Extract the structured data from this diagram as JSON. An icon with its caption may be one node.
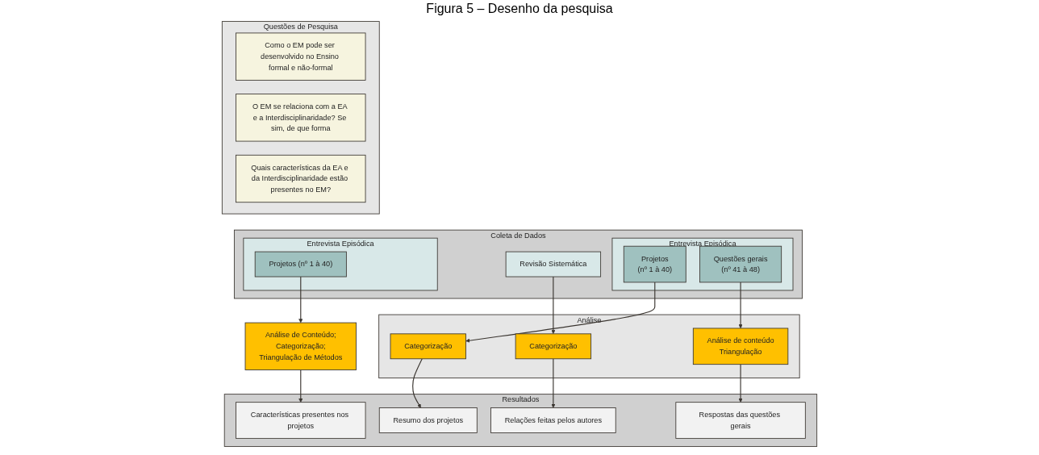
{
  "diagram": {
    "title": "Figura 5 – Desenho da pesquisa",
    "nodes": [
      {
        "text": [
          "Questões de Pesquisa"
        ]
      },
      {
        "text": [
          "Como o EM pode ser desenvolvido no Ensino formal e não-formal"
        ],
        "in": 0
      },
      {
        "text": [
          "O EM se relaciona com a EA e a Interdisciplinaridade? Se sim, de que forma"
        ],
        "in": 0
      },
      {
        "text": [
          "Quais características da EA e da Interdisciplinaridade estão presentes no EM?"
        ],
        "in": 0
      },
      {
        "text": [
          "Coleta de Dados"
        ]
      },
      {
        "text": [
          "Entrevista Episódica"
        ],
        "in": 4
      },
      {
        "text": [
          "Projetos",
          "(nº 1 à 40)"
        ],
        "in": 5
      },
      {
        "text": [
          "Questões gerais",
          "(nº 41 à 48)"
        ],
        "in": 5
      },
      {
        "text": [
          "Revisão Sistemática"
        ],
        "in": 4
      },
      {
        "text": [
          "Entrevista Episódica"
        ],
        "in": 4
      },
      {
        "text": [
          "Projetos (nº 1 à 40)"
        ],
        "in": 9
      },
      {
        "text": [
          "Análise"
        ]
      },
      {
        "text": [
          "Categorização"
        ],
        "in": 11
      },
      {
        "text": [
          "Análise de conteúdo",
          "Triangulação"
        ],
        "in": 11
      },
      {
        "text": [
          "Categorização"
        ],
        "in": 11
      },
      {
        "text": [
          "Análise de Conteúdo;",
          "Categorização;",
          "Triangulação de Métodos"
        ]
      },
      {
        "text": [
          "Resultados"
        ]
      },
      {
        "text": [
          "Resumo dos projetos"
        ],
        "in": 16
      },
      {
        "text": [
          "Respostas das questões gerais"
        ],
        "in": 16
      },
      {
        "text": [
          "Relações feitas pelos autores"
        ],
        "in": 16
      },
      {
        "text": [
          "Características presentes nos projetos"
        ],
        "in": 16
      }
    ],
    "edges": [
      {
        "from": 6,
        "to": 12,
        "arrow": "to"
      },
      {
        "from": 7,
        "to": 13,
        "arrow": "to"
      },
      {
        "from": 8,
        "to": 14,
        "arrow": "to"
      },
      {
        "from": 10,
        "to": 15,
        "arrow": "to"
      },
      {
        "from": 12,
        "to": 17,
        "arrow": "to"
      },
      {
        "from": 13,
        "to": 18,
        "arrow": "to"
      },
      {
        "from": 14,
        "to": 19,
        "arrow": "to"
      },
      {
        "from": 15,
        "to": 20,
        "arrow": "to"
      }
    ]
  }
}
